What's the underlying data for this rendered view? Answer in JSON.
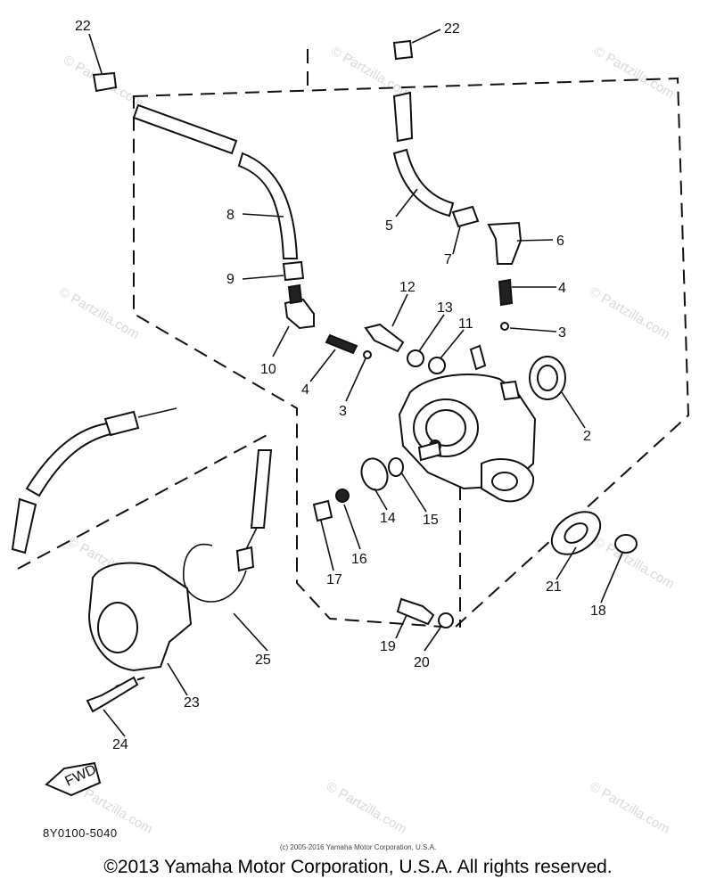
{
  "diagram": {
    "callouts": [
      {
        "id": "c22a",
        "text": "22"
      },
      {
        "id": "c22b",
        "text": "22"
      },
      {
        "id": "c8",
        "text": "8"
      },
      {
        "id": "c9",
        "text": "9"
      },
      {
        "id": "c10",
        "text": "10"
      },
      {
        "id": "c5",
        "text": "5"
      },
      {
        "id": "c7",
        "text": "7"
      },
      {
        "id": "c6",
        "text": "6"
      },
      {
        "id": "c12",
        "text": "12"
      },
      {
        "id": "c13",
        "text": "13"
      },
      {
        "id": "c11",
        "text": "11"
      },
      {
        "id": "c4a",
        "text": "4"
      },
      {
        "id": "c3a",
        "text": "3"
      },
      {
        "id": "c4b",
        "text": "4"
      },
      {
        "id": "c3b",
        "text": "3"
      },
      {
        "id": "c2",
        "text": "2"
      },
      {
        "id": "c14",
        "text": "14"
      },
      {
        "id": "c15",
        "text": "15"
      },
      {
        "id": "c16",
        "text": "16"
      },
      {
        "id": "c17",
        "text": "17"
      },
      {
        "id": "c21",
        "text": "21"
      },
      {
        "id": "c18",
        "text": "18"
      },
      {
        "id": "c19",
        "text": "19"
      },
      {
        "id": "c20",
        "text": "20"
      },
      {
        "id": "c25",
        "text": "25"
      },
      {
        "id": "c23",
        "text": "23"
      },
      {
        "id": "c24",
        "text": "24"
      }
    ],
    "fwd_arrow_text": "FWD",
    "watermark_text": "© Partzilla.com",
    "drawing_code": "8Y0100-5040",
    "small_copyright": "(c) 2005-2016 Yamaha Motor Corporation, U.S.A.",
    "footer_copyright": "©2013 Yamaha Motor Corporation, U.S.A. All rights reserved."
  }
}
